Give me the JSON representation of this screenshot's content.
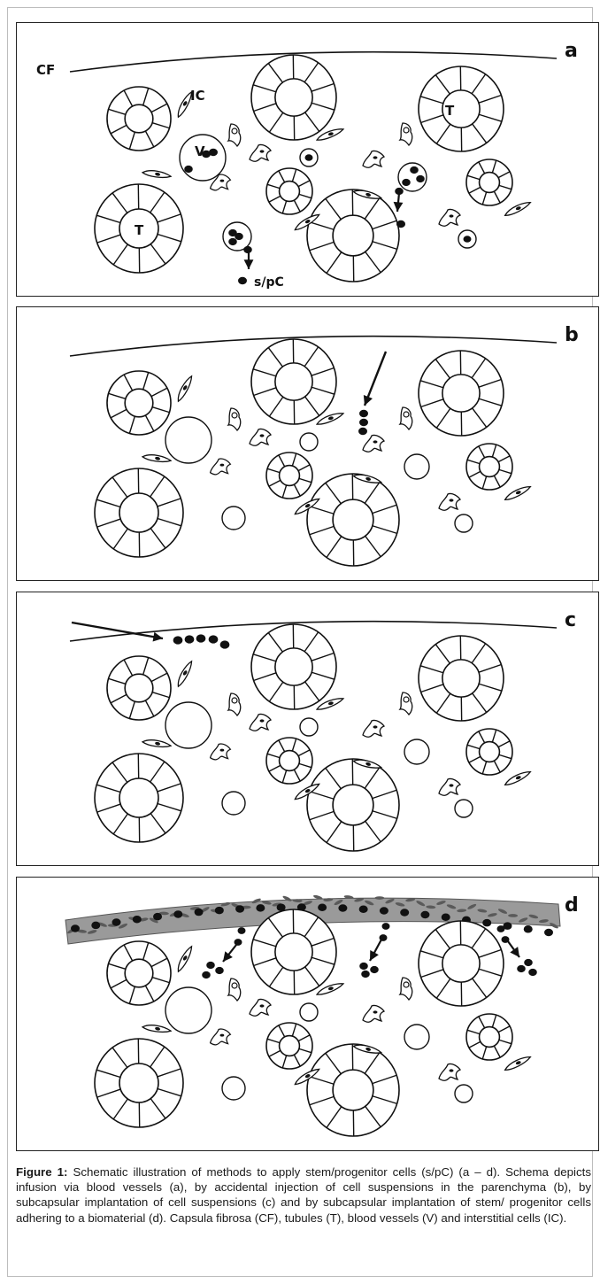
{
  "panels": [
    {
      "letter": "a",
      "labels": {
        "cf": "CF",
        "ic": "IC",
        "v": "V",
        "t": "T",
        "spc": "s/pC"
      }
    },
    {
      "letter": "b"
    },
    {
      "letter": "c"
    },
    {
      "letter": "d"
    }
  ],
  "caption": {
    "lead": "Figure 1:",
    "text": "Schematic illustration of methods to apply stem/progenitor cells (s/pC) (a – d). Schema depicts infusion via blood vessels (a), by accidental injection of cell suspensions in the parenchyma (b), by subcapsular implantation of cell suspensions (c) and by subcapsular implantation of stem/ progenitor cells adhering to a biomaterial (d). Capsula fibrosa (CF), tubules (T), blood vessels (V) and interstitial cells (IC)."
  }
}
